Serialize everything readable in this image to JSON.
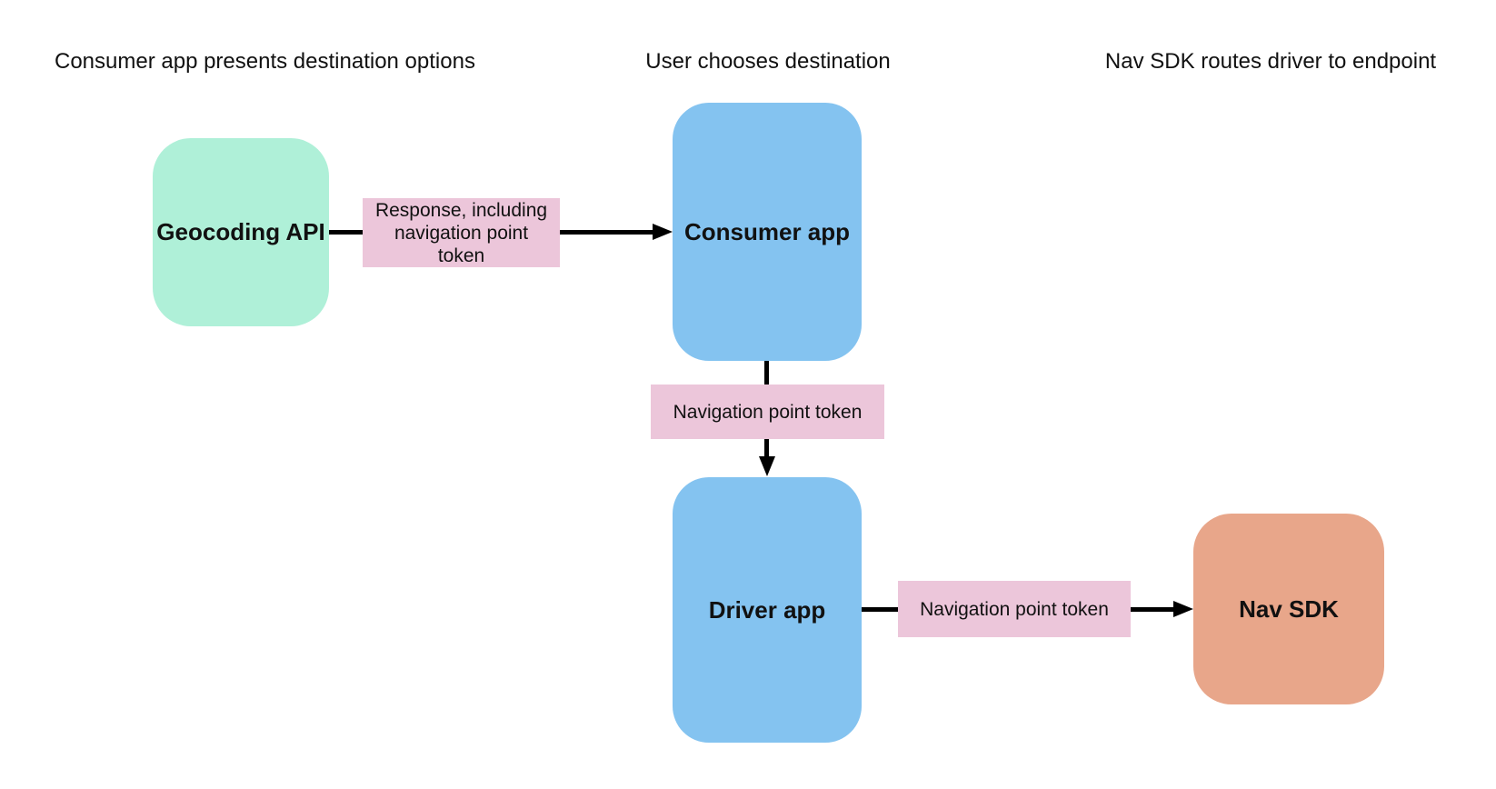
{
  "diagram": {
    "title_columns": [
      {
        "label": "Consumer app presents destination options"
      },
      {
        "label": "User chooses destination"
      },
      {
        "label": "Nav SDK routes driver to endpoint"
      }
    ],
    "nodes": [
      {
        "id": "geocoding-api",
        "label": "Geocoding API",
        "color": "#aff0d8"
      },
      {
        "id": "consumer-app",
        "label": "Consumer app",
        "color": "#84c3f0"
      },
      {
        "id": "driver-app",
        "label": "Driver app",
        "color": "#84c3f0"
      },
      {
        "id": "nav-sdk",
        "label": "Nav SDK",
        "color": "#e8a68a"
      }
    ],
    "edges": [
      {
        "from": "geocoding-api",
        "to": "consumer-app",
        "label": "Response, including navigation point token",
        "direction": "right"
      },
      {
        "from": "consumer-app",
        "to": "driver-app",
        "label": "Navigation point token",
        "direction": "down"
      },
      {
        "from": "driver-app",
        "to": "nav-sdk",
        "label": "Navigation point token",
        "direction": "right"
      }
    ],
    "colors": {
      "background": "#ffffff",
      "edge_label_background": "#ecc6da",
      "arrow": "#000000",
      "text": "#111111"
    }
  }
}
